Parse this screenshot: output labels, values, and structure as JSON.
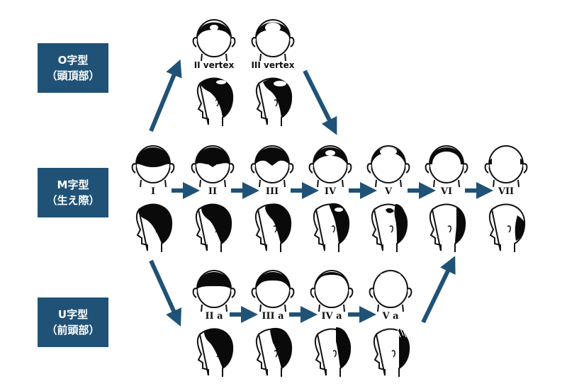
{
  "categories": [
    {
      "id": "o",
      "line1": "O字型",
      "line2": "（頭頂部）"
    },
    {
      "id": "m",
      "line1": "M字型",
      "line2": "（生え際）"
    },
    {
      "id": "u",
      "line1": "U字型",
      "line2": "（前頭部）"
    }
  ],
  "stages": {
    "o": [
      "II vertex",
      "III vertex"
    ],
    "m": [
      "I",
      "II",
      "III",
      "IV",
      "V",
      "VI",
      "VII"
    ],
    "u": [
      "II a",
      "III a",
      "IV a",
      "V a"
    ]
  },
  "colors": {
    "box": "#1f5276",
    "arrow": "#1f5276",
    "hair": "#0a0a0a",
    "skin": "#ffffff"
  }
}
